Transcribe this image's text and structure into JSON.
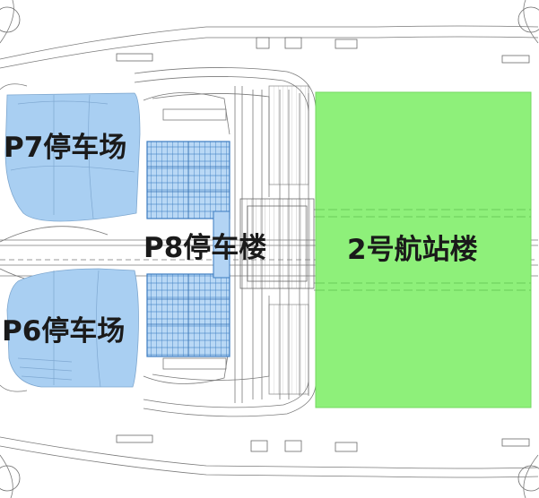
{
  "colors": {
    "surface_parking": "#a9cff2",
    "garage": "#b6d6f5",
    "garage_cells": "#4a86c8",
    "terminal": "#8ef07a",
    "linework": "#6f6f6f"
  },
  "labels": {
    "p7": "P7停车场",
    "p8": "P8停车楼",
    "p6": "P6停车场",
    "terminal2": "2号航站楼"
  }
}
